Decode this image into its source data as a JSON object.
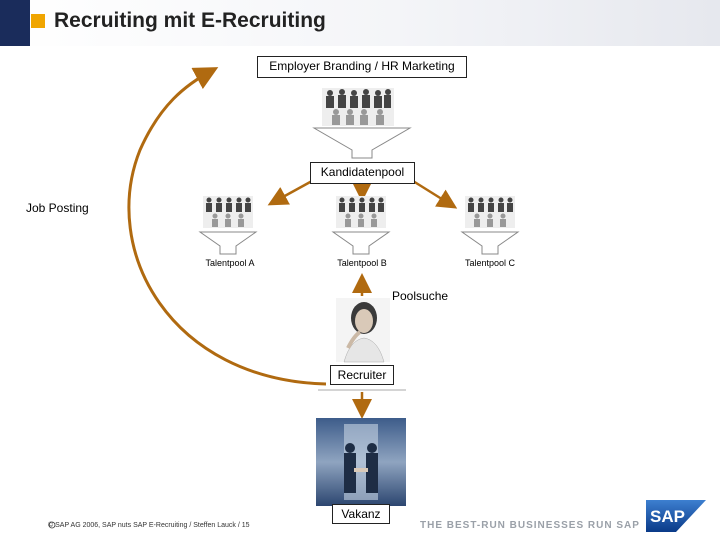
{
  "slide": {
    "title": "Recruiting mit E-Recruiting",
    "accent_color": "#f0a500",
    "header_bar_color": "#1a2c5b"
  },
  "diagram": {
    "top_box": "Employer Branding / HR Marketing",
    "center_pool": "Kandidatenpool",
    "job_posting": "Job Posting",
    "talent_pools": [
      "Talentpool A",
      "Talentpool B",
      "Talentpool C"
    ],
    "pool_search": "Poolsuche",
    "recruiter": "Recruiter",
    "vacancy": "Vakanz",
    "arrow_color": "#b06a10"
  },
  "footer": {
    "copyright": "©  SAP AG 2006, SAP nuts SAP E-Recruiting / Steffen Lauck / 15",
    "tagline": "THE BEST-RUN BUSINESSES RUN SAP",
    "logo_text": "SAP"
  }
}
